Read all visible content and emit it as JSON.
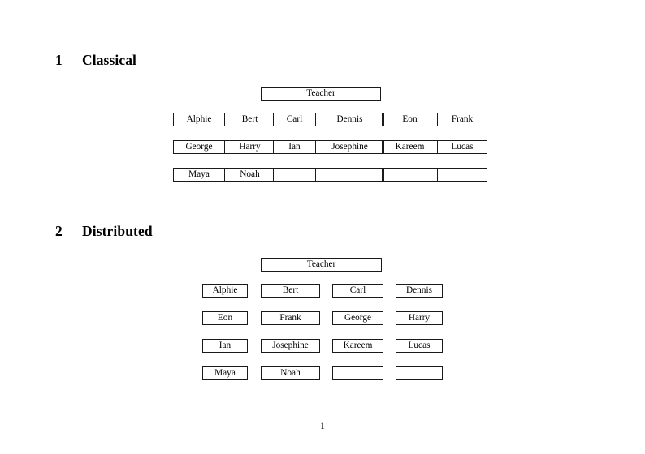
{
  "document": {
    "page_number": "1"
  },
  "sections": [
    {
      "number": "1",
      "title": "Classical",
      "teacher_label": "Teacher",
      "groups": [
        {
          "name": "group-1",
          "rows": [
            [
              "Alphie",
              "Bert"
            ],
            [
              "George",
              "Harry"
            ],
            [
              "Maya",
              "Noah"
            ]
          ]
        },
        {
          "name": "group-2",
          "rows": [
            [
              "Carl",
              "Dennis"
            ],
            [
              "Ian",
              "Josephine"
            ],
            [
              "",
              ""
            ]
          ]
        },
        {
          "name": "group-3",
          "rows": [
            [
              "Eon",
              "Frank"
            ],
            [
              "Kareem",
              "Lucas"
            ],
            [
              "",
              ""
            ]
          ]
        }
      ]
    },
    {
      "number": "2",
      "title": "Distributed",
      "teacher_label": "Teacher",
      "columns": [
        {
          "name": "column-1",
          "cells": [
            "Alphie",
            "Eon",
            "Ian",
            "Maya"
          ]
        },
        {
          "name": "column-2",
          "cells": [
            "Bert",
            "Frank",
            "Josephine",
            "Noah"
          ]
        },
        {
          "name": "column-3",
          "cells": [
            "Carl",
            "George",
            "Kareem",
            ""
          ]
        },
        {
          "name": "column-4",
          "cells": [
            "Dennis",
            "Harry",
            "Lucas",
            ""
          ]
        }
      ]
    }
  ]
}
